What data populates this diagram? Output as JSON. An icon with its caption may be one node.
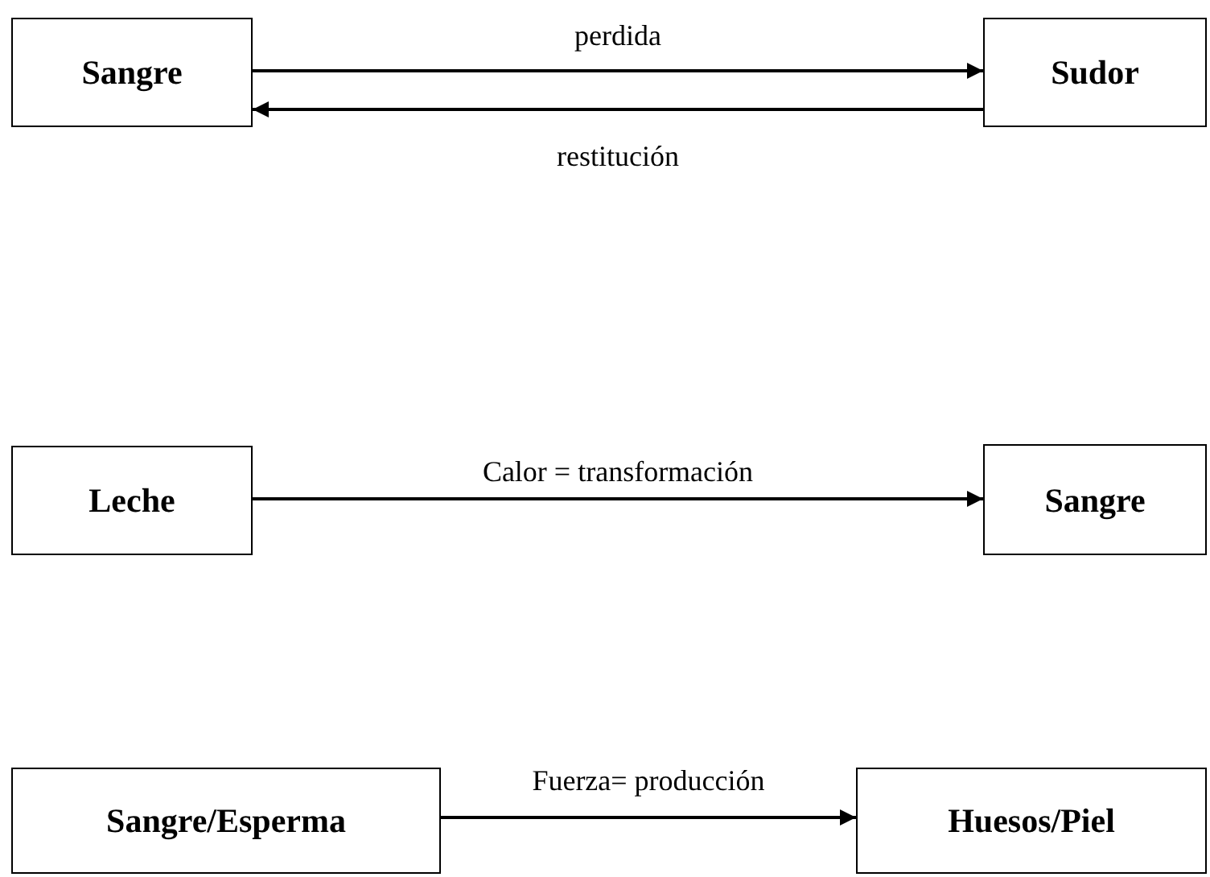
{
  "diagram": {
    "nodes": [
      {
        "text": [
          "Sangre"
        ]
      },
      {
        "text": [
          "Sudor"
        ]
      },
      {
        "text": [
          "Leche"
        ]
      },
      {
        "text": [
          "Sangre"
        ]
      },
      {
        "text": [
          "Sangre/Esperma"
        ]
      },
      {
        "text": [
          "Huesos/Piel"
        ]
      }
    ],
    "edges": [
      {
        "from": 0,
        "to": 1,
        "arrow": "to",
        "label": "perdida"
      },
      {
        "from": 1,
        "to": 0,
        "arrow": "to",
        "label": "restitución"
      },
      {
        "from": 2,
        "to": 3,
        "arrow": "to",
        "label": "Calor = transformación"
      },
      {
        "from": 4,
        "to": 5,
        "arrow": "to",
        "label": "Fuerza= producción"
      }
    ]
  }
}
